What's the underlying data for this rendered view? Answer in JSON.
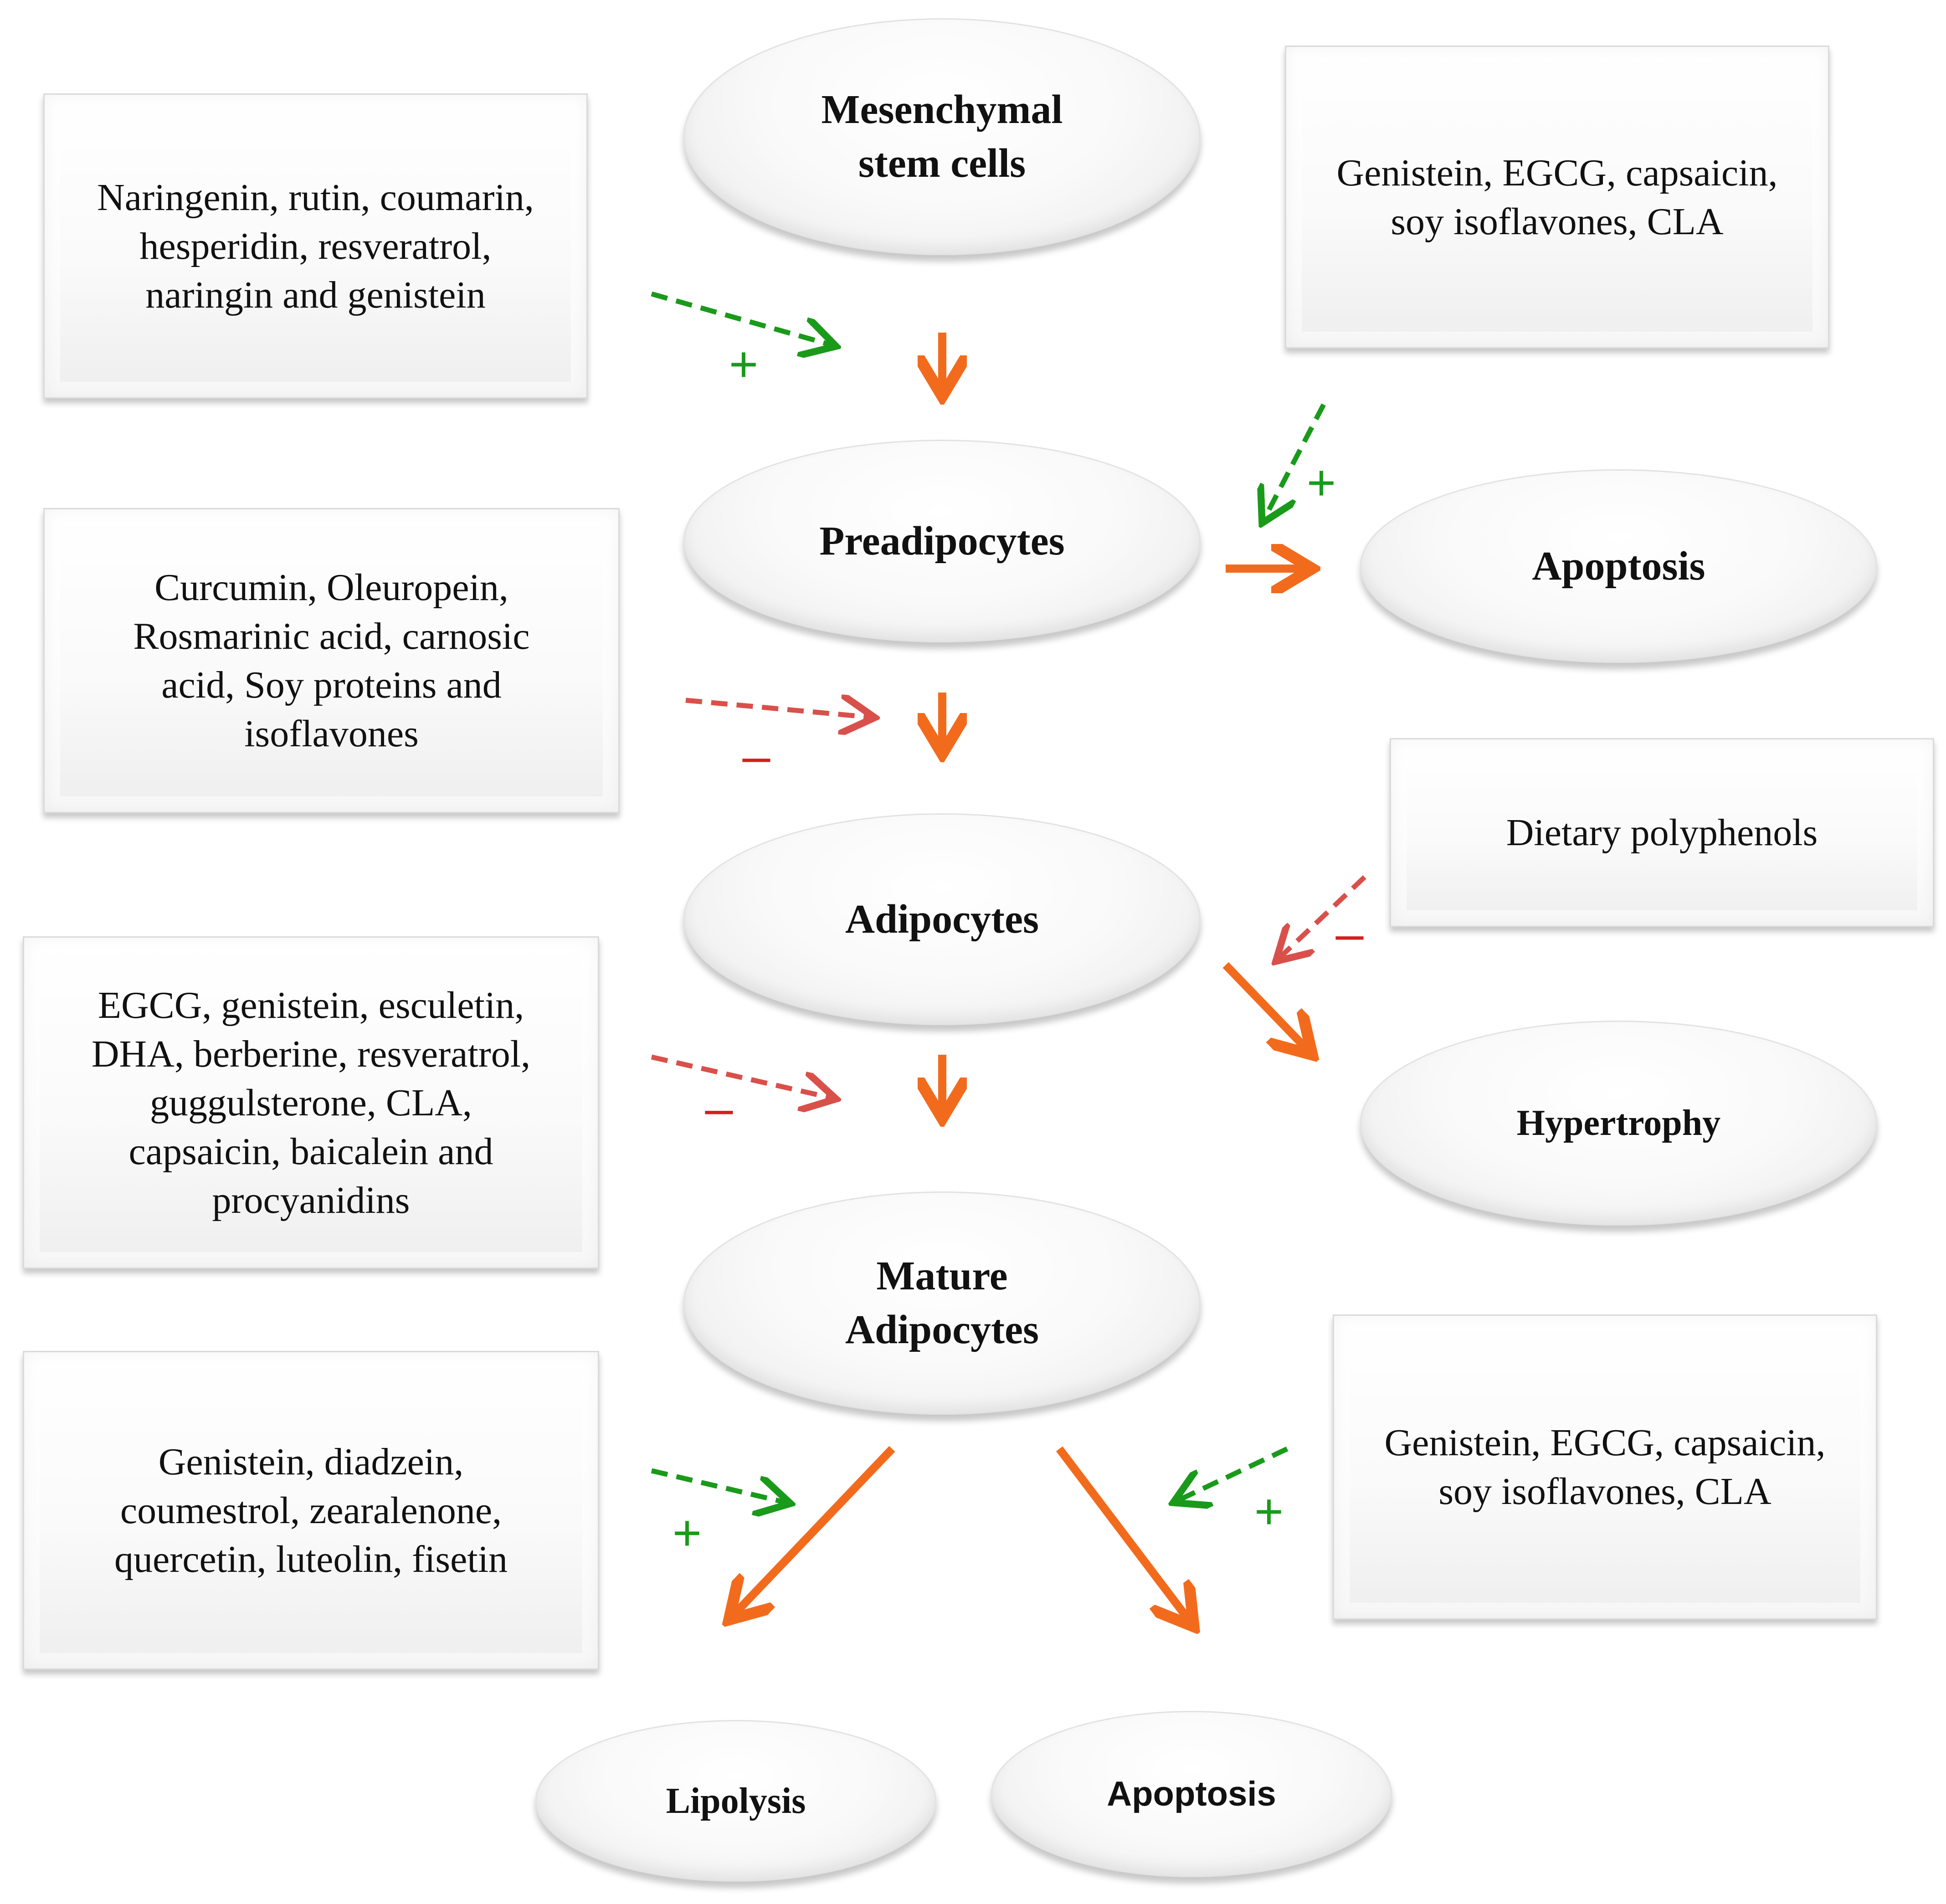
{
  "colors": {
    "main_arrow": "#f26b1d",
    "stimulate": "#1a9a1a",
    "inhibit": "#d9504a",
    "plus": "#1a9a1a",
    "minus": "#d41f1f"
  },
  "nodes": {
    "msc": "Mesenchymal\nstem cells",
    "preadipocytes": "Preadipocytes",
    "adipocytes": "Adipocytes",
    "mature": "Mature\nAdipocytes",
    "apoptosis_pre": "Apoptosis",
    "hypertrophy": "Hypertrophy",
    "lipolysis": "Lipolysis",
    "apoptosis_mature": "Apoptosis"
  },
  "boxes": {
    "differentiation_promoters": "Naringenin, rutin, coumarin,\nhesperidin, resveratrol,\nnaringin and genistein",
    "preadipocyte_apoptosis_inducers": "Genistein, EGCG, capsaicin,\nsoy isoflavones, CLA",
    "differentiation_inhibitors": "Curcumin, Oleuropein,\nRosmarinic acid, carnosic\nacid, Soy proteins and\nisoflavones",
    "hypertrophy_inhibitors": "Dietary polyphenols",
    "maturation_inhibitors": "EGCG, genistein, esculetin,\nDHA, berberine, resveratrol,\nguggulsterone, CLA,\ncapsaicin, baicalein and\nprocyanidins",
    "lipolysis_promoters": "Genistein, diadzein,\ncoumestrol, zearalenone,\nquercetin, luteolin, fisetin",
    "mature_apoptosis_inducers": "Genistein, EGCG, capsaicin,\nsoy isoflavones, CLA"
  },
  "signs": {
    "plus": "+",
    "minus": "–"
  }
}
